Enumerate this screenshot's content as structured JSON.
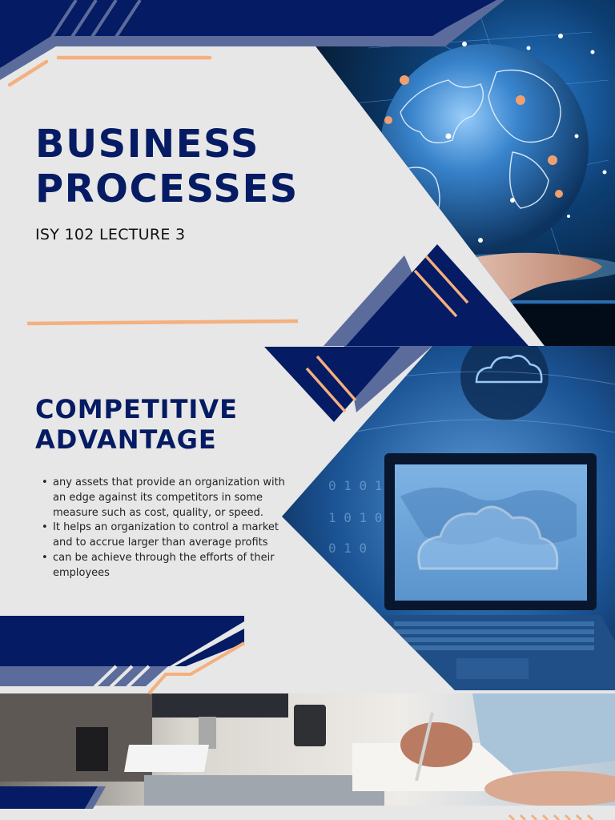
{
  "slide": {
    "title_line1": "BUSINESS",
    "title_line2": "PROCESSES",
    "subtitle": "ISY 102 LECTURE 3",
    "section_heading_line1": "COMPETITIVE",
    "section_heading_line2": "ADVANTAGE",
    "bullets": [
      "any assets that provide an organization with an edge against its competitors in some measure such as cost, quality, or speed.",
      "It helps an organization to control a market and to accrue larger than average profits",
      "can be achieve through the efforts  of their employees"
    ]
  },
  "images": {
    "top_right": "globe-network-hand-photo",
    "middle_right": "cloud-computing-laptop-photo",
    "bottom": "office-desk-writing-photo"
  },
  "colors": {
    "navy": "#051b63",
    "slate_blue": "#5b6c9c",
    "orange_accent": "#f4b07d",
    "background": "#e7e7e7"
  }
}
